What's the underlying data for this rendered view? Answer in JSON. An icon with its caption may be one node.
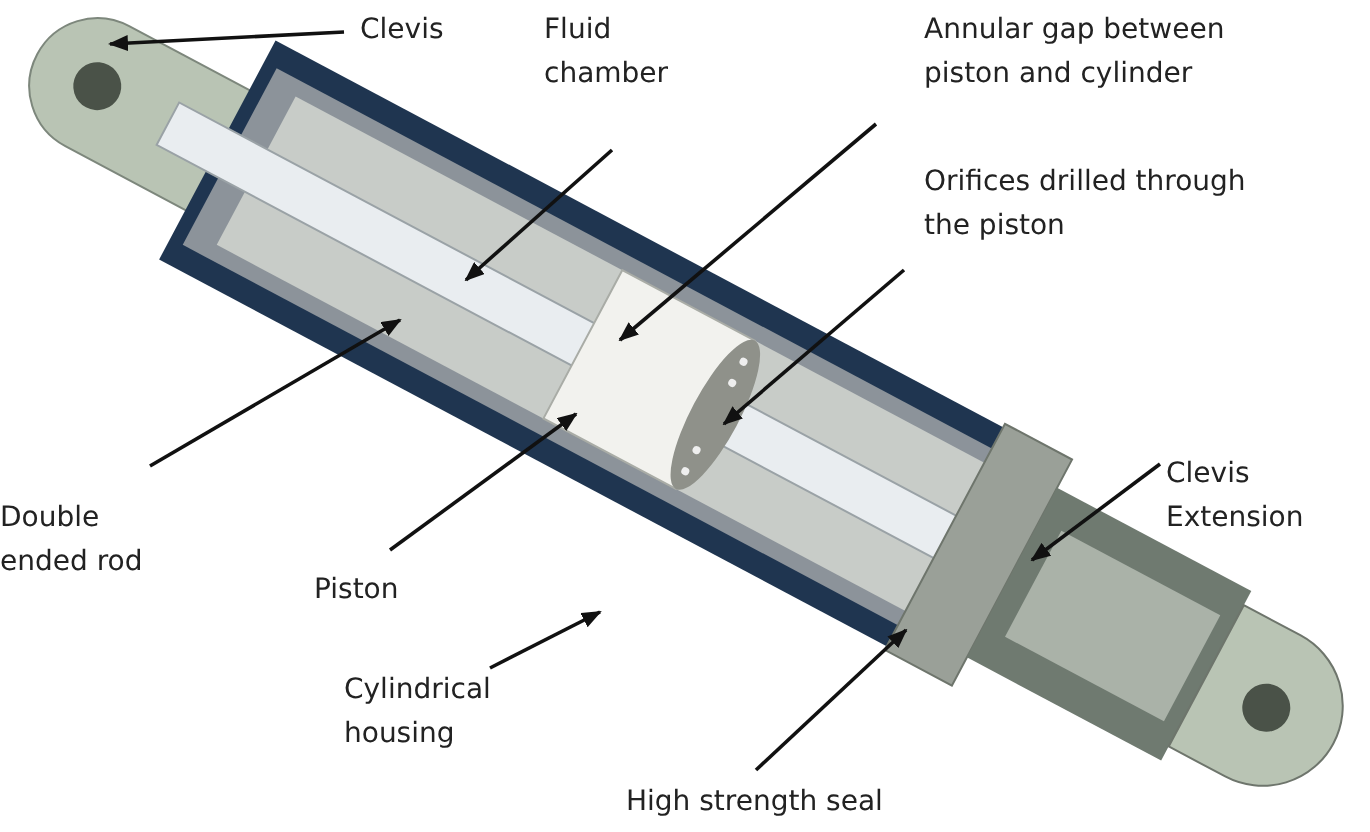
{
  "diagram": {
    "nodes": [
      {
        "text": [
          "Clevis"
        ]
      },
      {
        "text": [
          "Fluid chamber"
        ]
      },
      {
        "text": [
          "Annular gap between piston and cylinder"
        ]
      },
      {
        "text": [
          "Orifices drilled through the piston"
        ]
      },
      {
        "text": [
          "Clevis Extension"
        ]
      },
      {
        "text": [
          "Double ended rod"
        ]
      },
      {
        "text": [
          "Piston"
        ]
      },
      {
        "text": [
          "Cylindrical housing"
        ]
      },
      {
        "text": [
          "High strength seal"
        ]
      }
    ],
    "edges": [
      {
        "from": 0,
        "to": null,
        "arrow": "to"
      },
      {
        "from": 1,
        "to": null,
        "arrow": "to"
      },
      {
        "from": 2,
        "to": null,
        "arrow": "to"
      },
      {
        "from": 3,
        "to": null,
        "arrow": "to"
      },
      {
        "from": 4,
        "to": null,
        "arrow": "to"
      },
      {
        "from": 5,
        "to": null,
        "arrow": "to"
      },
      {
        "from": 6,
        "to": null,
        "arrow": "to"
      },
      {
        "from": 7,
        "to": null,
        "arrow": "to"
      },
      {
        "from": 8,
        "to": null,
        "arrow": "to"
      }
    ]
  }
}
